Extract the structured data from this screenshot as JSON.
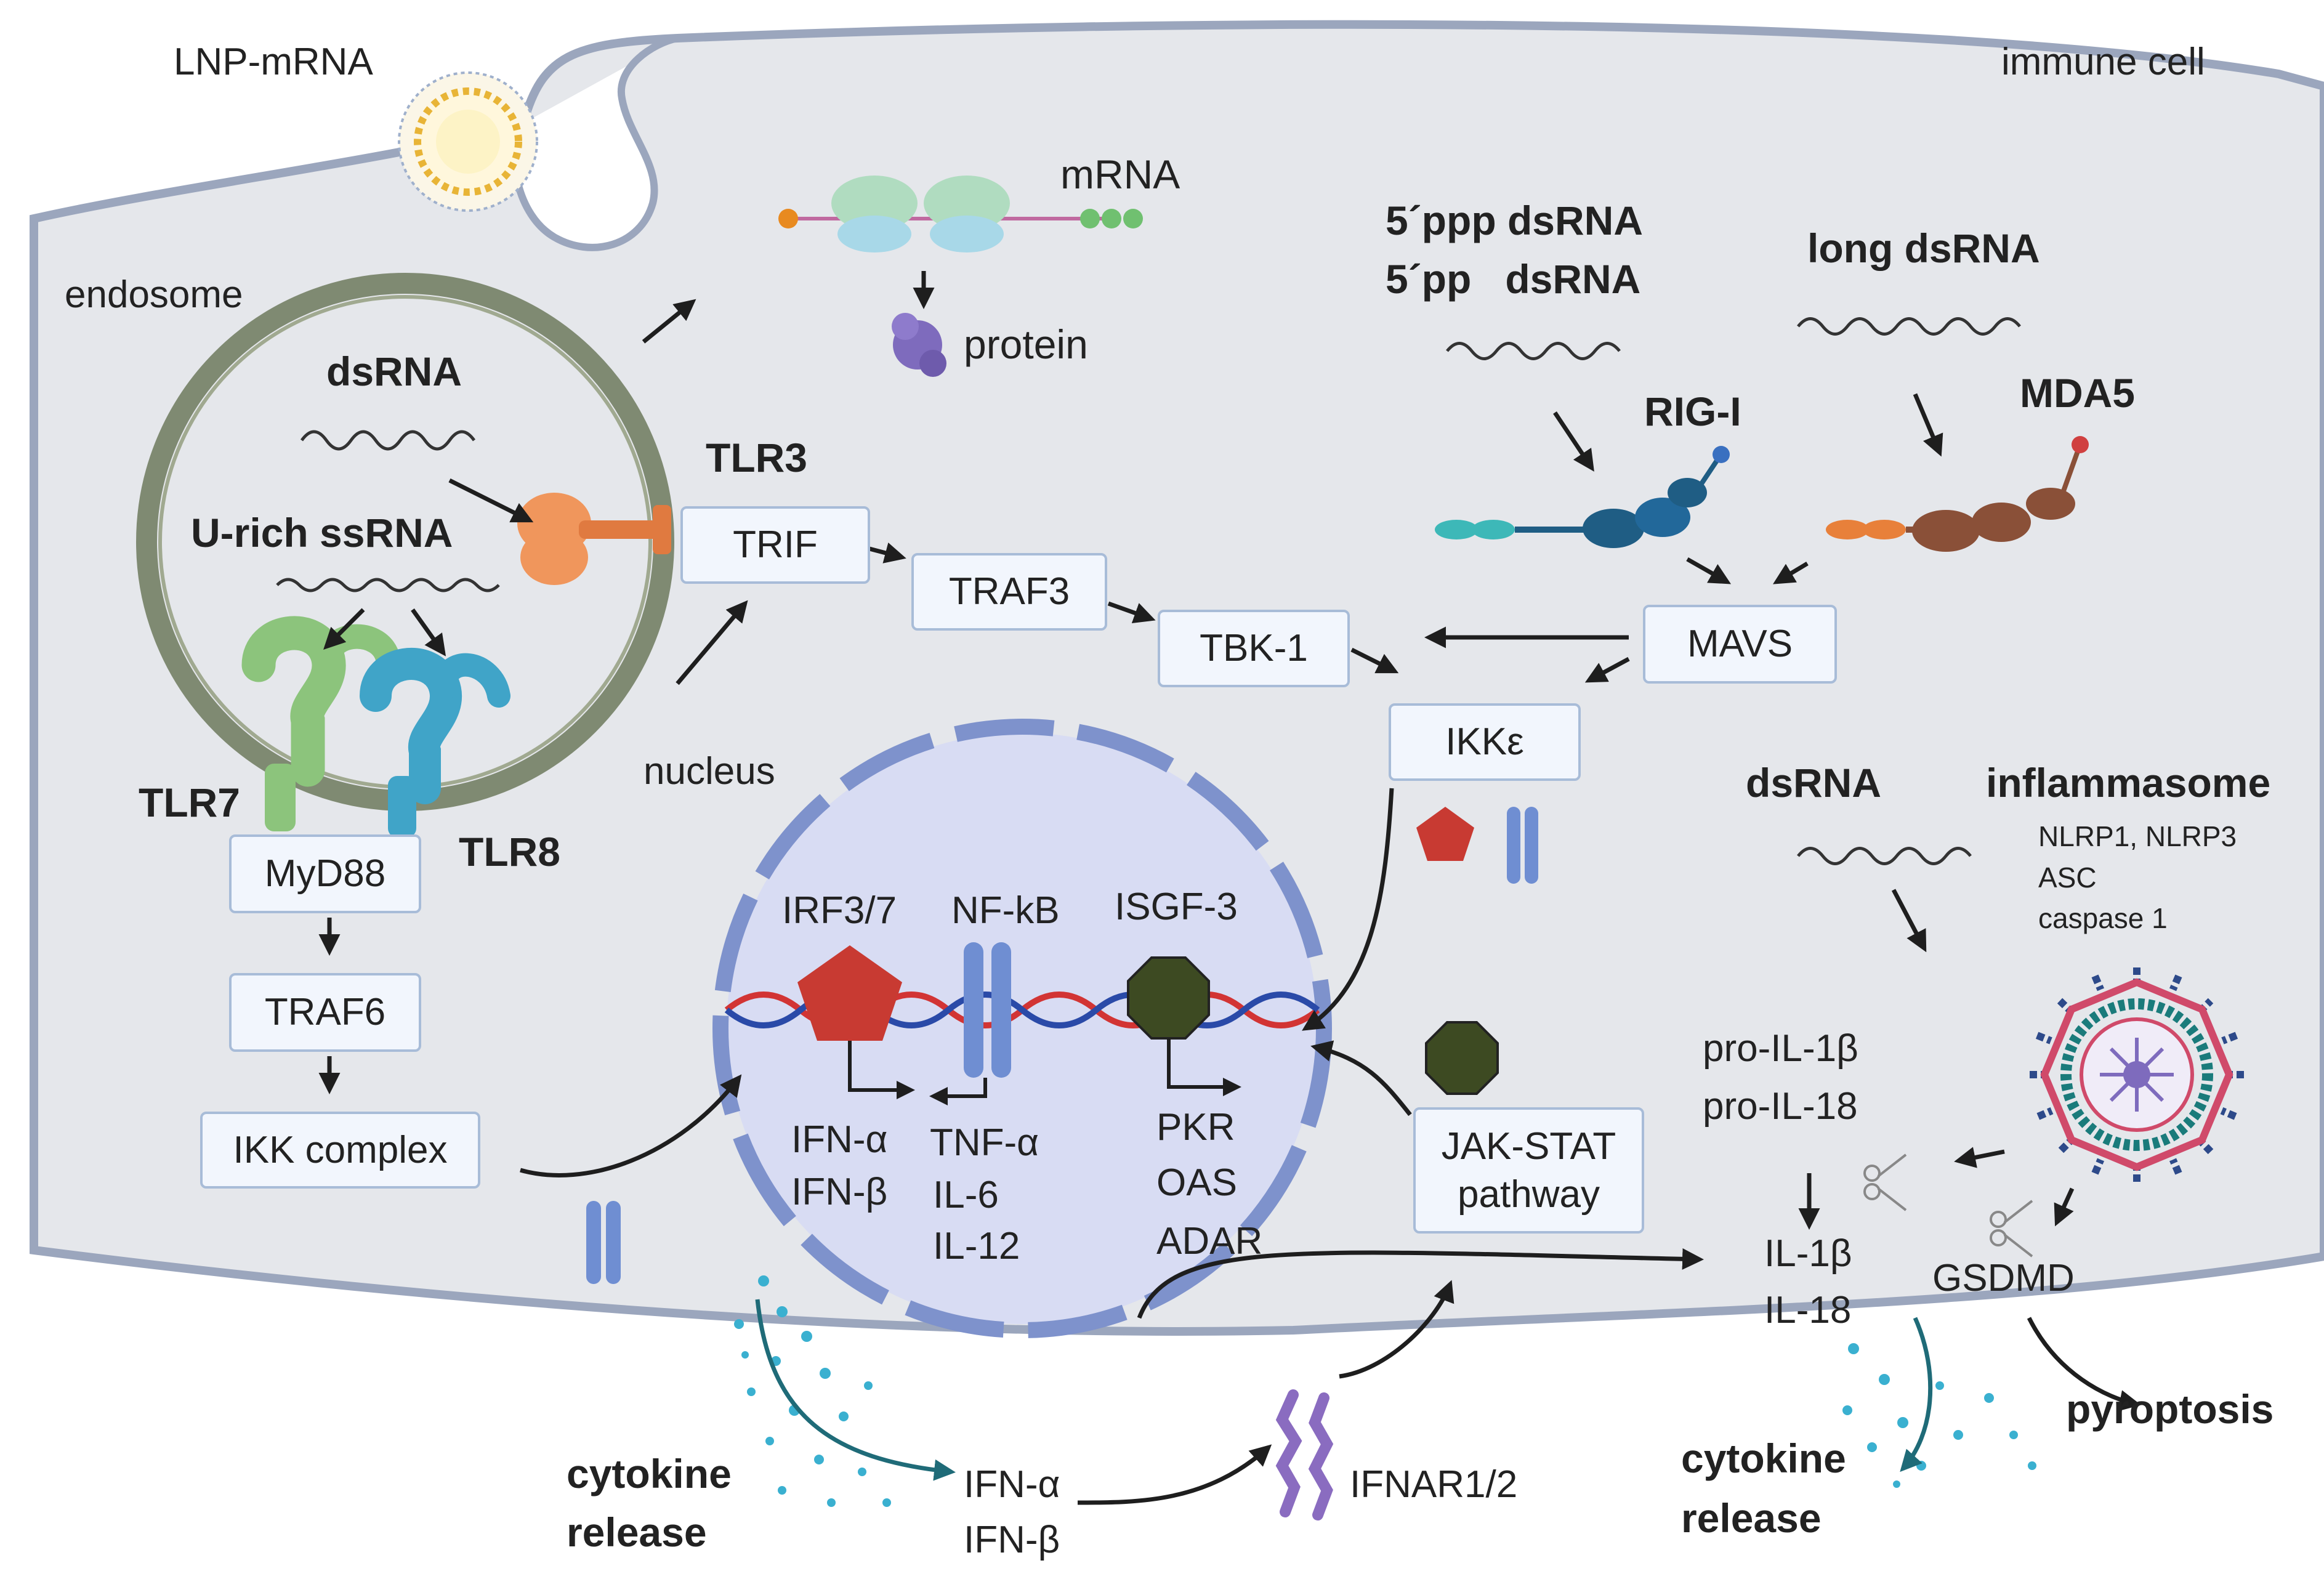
{
  "labels": {
    "lnp_mrna": "LNP-mRNA",
    "immune_cell": "immune cell",
    "endosome": "endosome",
    "mrna": "mRNA",
    "protein": "protein",
    "ppp_dsrna": "5´ppp dsRNA",
    "pp_dsrna": "5´pp   dsRNA",
    "long_dsrna": "long dsRNA",
    "rig_i": "RIG-I",
    "mda5": "MDA5",
    "endo_dsrna": "dsRNA",
    "u_rich_ssrna": "U-rich ssRNA",
    "tlr3": "TLR3",
    "tlr7": "TLR7",
    "tlr8": "TLR8",
    "nucleus": "nucleus",
    "irf37": "IRF3/7",
    "nfkb": "NF-kB",
    "isgf3": "ISGF-3",
    "ifn_a_in": "IFN-α",
    "ifn_b_in": "IFN-β",
    "tnf_a": "TNF-α",
    "il6": "IL-6",
    "il12": "IL-12",
    "pkr": "PKR",
    "oas": "OAS",
    "adar": "ADAR",
    "dsrna_right": "dsRNA",
    "inflammasome": "inflammasome",
    "infl_1": "NLRP1, NLRP3",
    "infl_2": "ASC",
    "infl_3": "caspase 1",
    "pro_il1b": "pro-IL-1β",
    "pro_il18": "pro-IL-18",
    "il1b": "IL-1β",
    "il18": "IL-18",
    "gsdmd": "GSDMD",
    "pyroptosis": "pyroptosis",
    "cytokine_left_1": "cytokine",
    "cytokine_left_2": "release",
    "cytokine_right_1": "cytokine",
    "cytokine_right_2": "release",
    "ifn_a_out": "IFN-α",
    "ifn_b_out": "IFN-β",
    "ifnar": "IFNAR1/2"
  },
  "boxes": {
    "trif": "TRIF",
    "traf3": "TRAF3",
    "tbk1": "TBK-1",
    "mavs": "MAVS",
    "ikke": "IKKε",
    "myd88": "MyD88",
    "traf6": "TRAF6",
    "ikk_complex": "IKK complex",
    "jak_stat_1": "JAK-STAT",
    "jak_stat_2": "pathway"
  },
  "colors": {
    "cell_fill": "#e4e6ea",
    "cell_border": "#9aa5bc",
    "nucleus_fill": "#d7dcf2",
    "nucleus_border": "#7e92cc",
    "endosome_ring": "#7f8a72",
    "irf_red": "#c83a32",
    "isgf_green": "#3d4a22",
    "nfkb_blue": "#6f8ed2",
    "tlr3_orange": "#f0965c",
    "tlr7_green": "#8cc47c",
    "tlr8_teal": "#40a4c8",
    "cytokine_dots": "#3ab0d0",
    "ifnar_purple": "#8a6cc0"
  }
}
